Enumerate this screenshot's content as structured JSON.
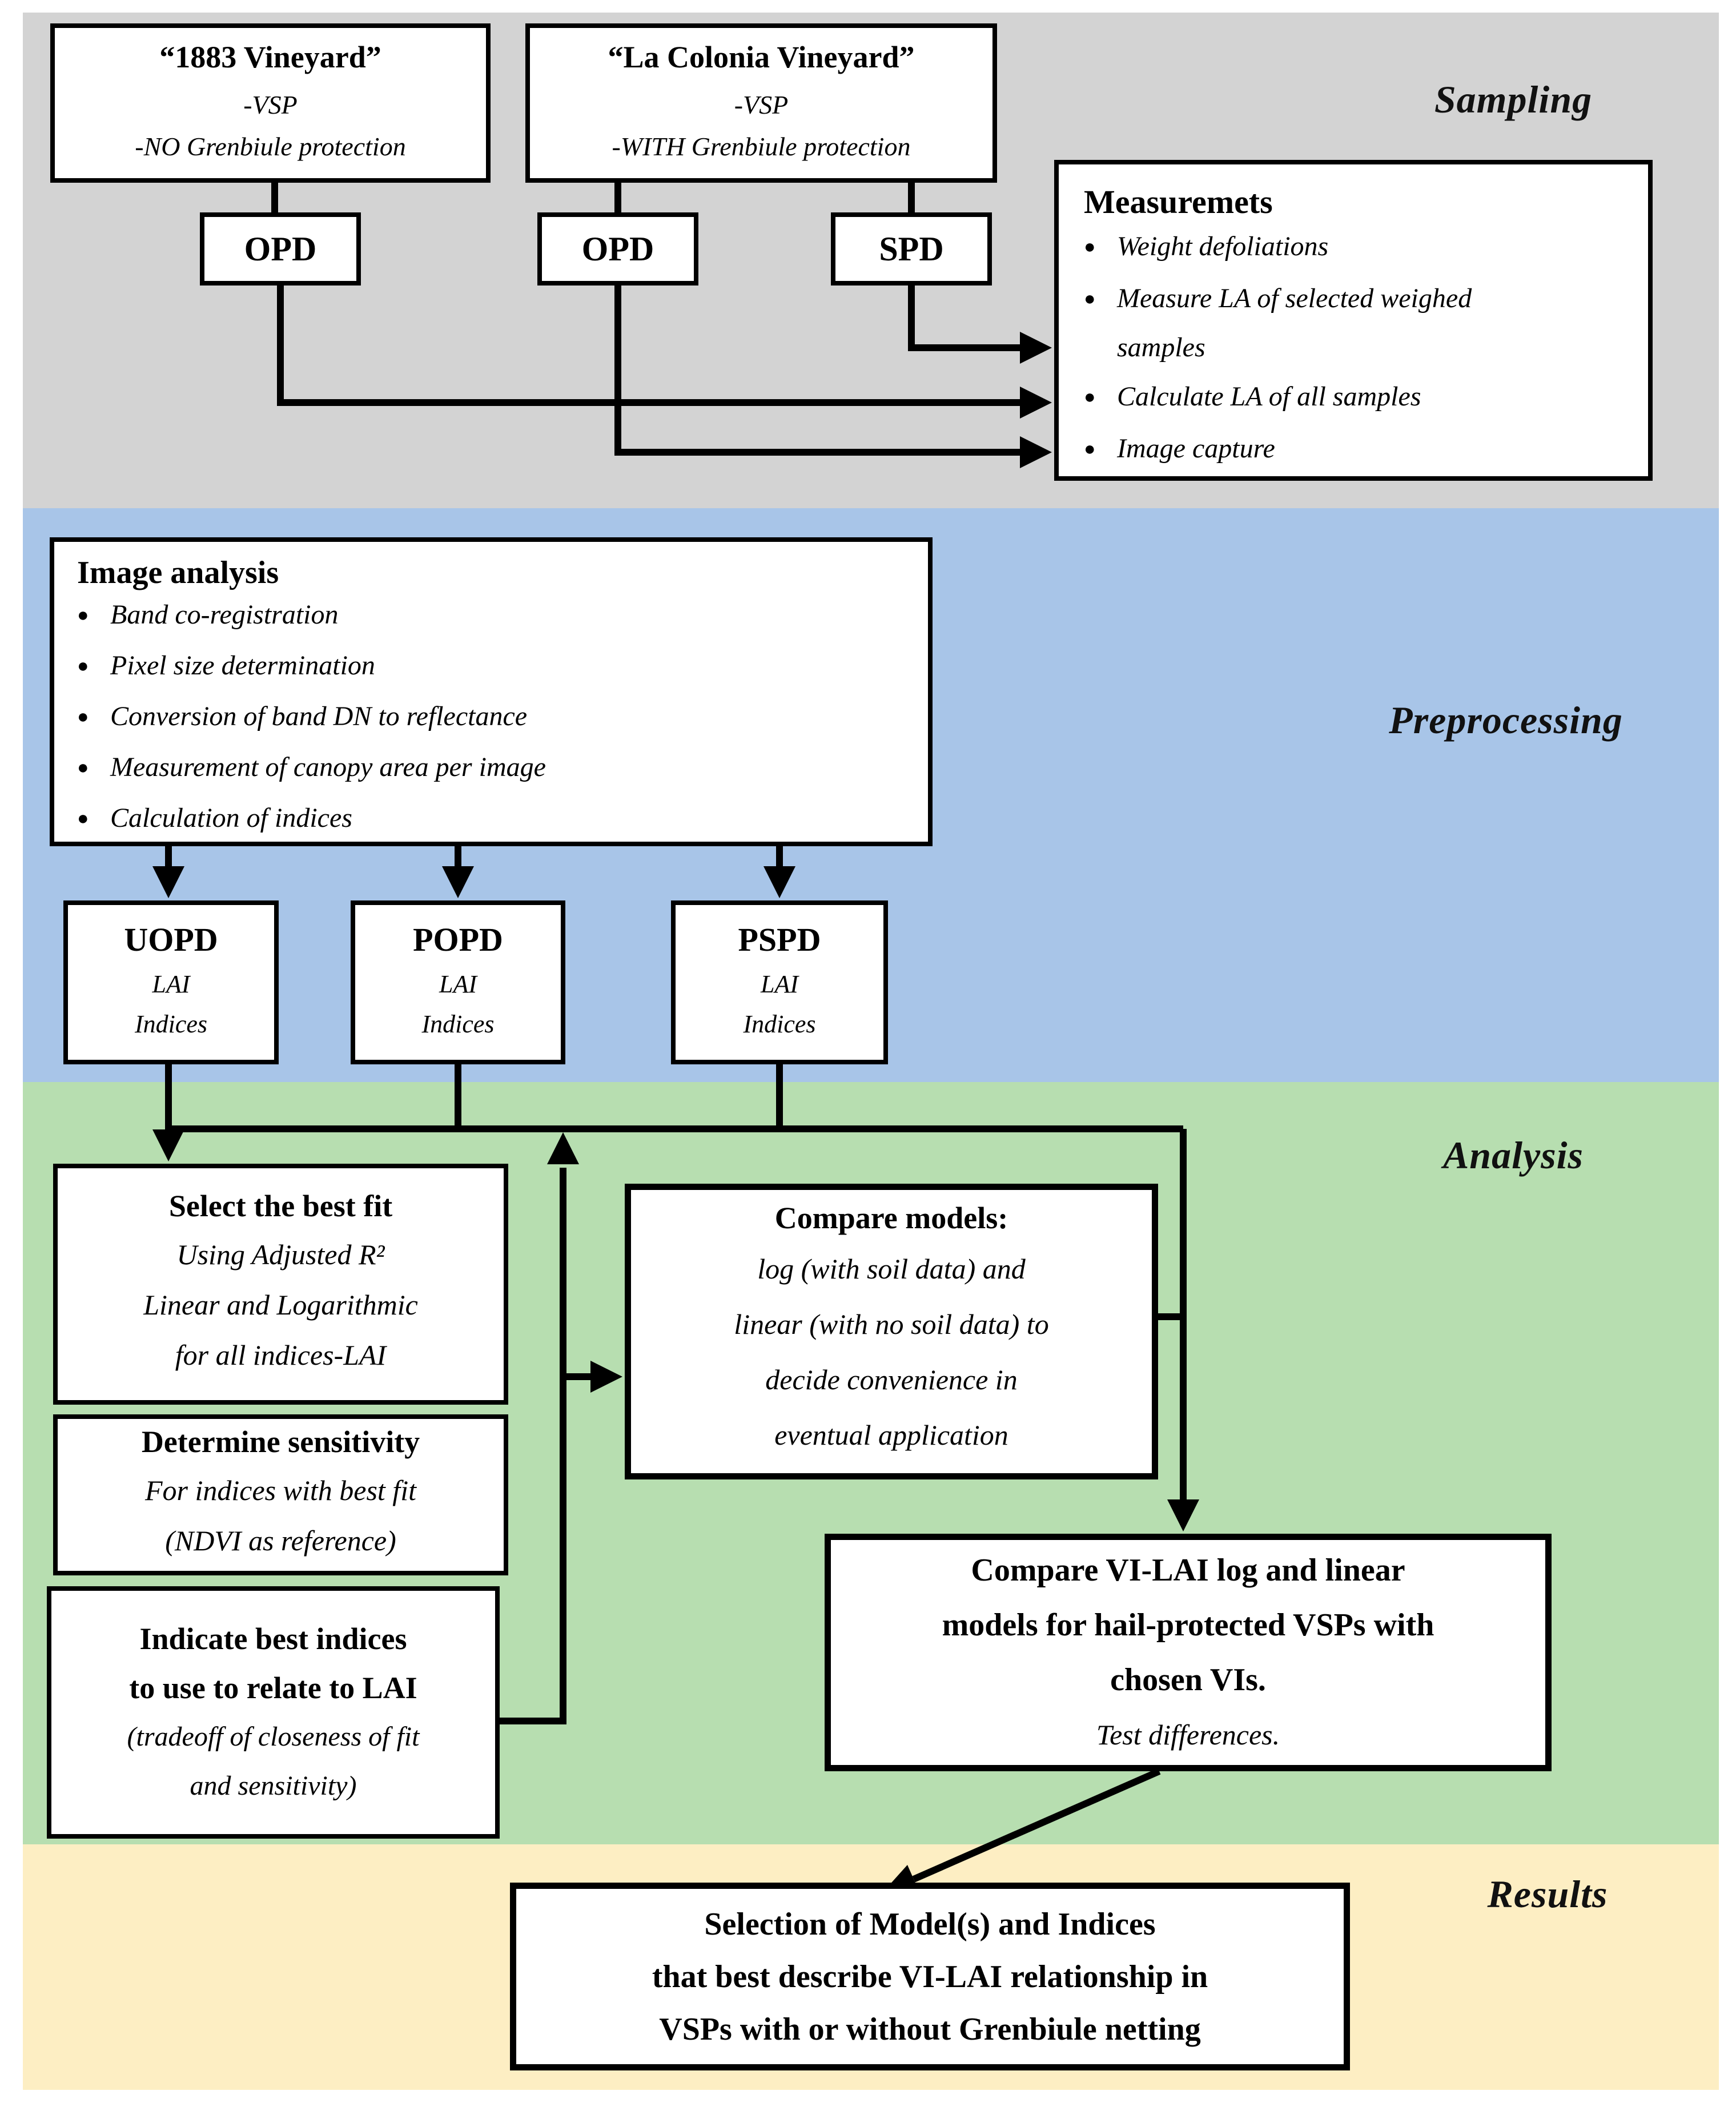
{
  "colors": {
    "sampling_bg": "#d3d3d3",
    "preprocessing_bg": "#a8c5e8",
    "analysis_bg": "#b7deb0",
    "results_bg": "#fdeec3",
    "line": "#000000",
    "box_bg": "#ffffff"
  },
  "sections": {
    "sampling": "Sampling",
    "preprocessing": "Preprocessing",
    "analysis": "Analysis",
    "results": "Results"
  },
  "boxes": {
    "vineyard_1883": {
      "title": "“1883 Vineyard”",
      "line1": "-VSP",
      "line2": "-NO Grenbiule protection"
    },
    "vineyard_la_colonia": {
      "title": "“La Colonia Vineyard”",
      "line1": "-VSP",
      "line2": "-WITH Grenbiule protection"
    },
    "opd_1883": "OPD",
    "opd_la_colonia": "OPD",
    "spd_la_colonia": "SPD",
    "measurements": {
      "title": "Measuremets",
      "bullets": [
        [
          "Weight defoliations"
        ],
        [
          "Measure LA of selected weighed",
          "samples"
        ],
        [
          "Calculate LA of all samples"
        ],
        [
          "Image capture"
        ]
      ]
    },
    "image_analysis": {
      "title": "Image analysis",
      "bullets": [
        [
          "Band co-registration"
        ],
        [
          "Pixel size determination"
        ],
        [
          "Conversion of band DN to reflectance"
        ],
        [
          "Measurement of canopy area per image"
        ],
        [
          "Calculation of indices"
        ]
      ]
    },
    "uopd": {
      "title": "UOPD",
      "line1": "LAI",
      "line2": "Indices"
    },
    "popd": {
      "title": "POPD",
      "line1": "LAI",
      "line2": "Indices"
    },
    "pspd": {
      "title": "PSPD",
      "line1": "LAI",
      "line2": "Indices"
    },
    "select_best_fit": {
      "title": "Select the best fit",
      "lines": [
        "Using Adjusted R²",
        "Linear and Logarithmic",
        "for all indices-LAI"
      ]
    },
    "determine_sensitivity": {
      "title": "Determine sensitivity",
      "lines": [
        "For indices with best fit",
        "(NDVI as reference)"
      ]
    },
    "indicate_best_indices": {
      "title_lines": [
        "Indicate best indices",
        "to use to relate to LAI"
      ],
      "lines": [
        "(tradeoff of closeness of fit",
        "and sensitivity)"
      ]
    },
    "compare_models": {
      "title": "Compare models:",
      "lines": [
        "log (with soil data) and",
        "linear (with no soil data) to",
        "decide convenience in",
        "eventual application"
      ]
    },
    "compare_vi_lai": {
      "title_lines": [
        "Compare VI-LAI log and linear",
        "models for hail-protected VSPs with",
        "chosen VIs."
      ],
      "subtitle": "Test differences."
    },
    "selection": {
      "title_lines": [
        "Selection of Model(s) and Indices",
        "that best describe VI-LAI relationship in",
        "VSPs with or without Grenbiule netting"
      ]
    }
  }
}
